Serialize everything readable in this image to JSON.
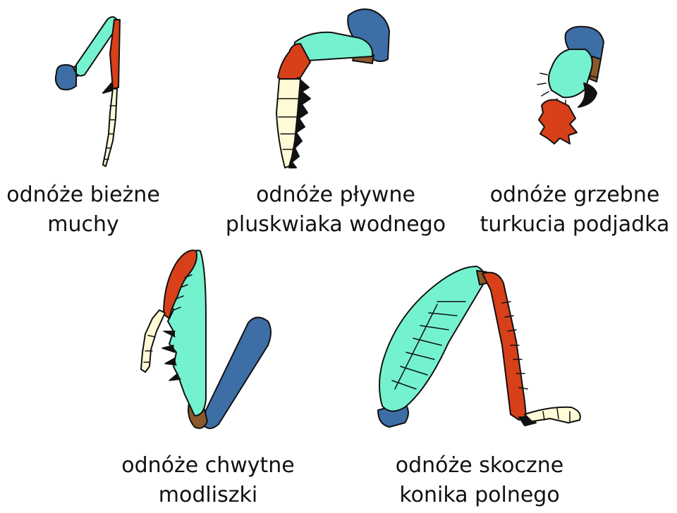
{
  "colors": {
    "coxa": "#3d6ea6",
    "femur": "#74f2cf",
    "tibia": "#d8401a",
    "tarsus": "#fffbd6",
    "joint": "#8a5a2b",
    "outline": "#111111"
  },
  "legs": [
    {
      "id": "running",
      "line1": "odnóże bieżne",
      "line2": "muchy"
    },
    {
      "id": "swimming",
      "line1": "odnóże pływne",
      "line2": "pluskwiaka wodnego"
    },
    {
      "id": "digging",
      "line1": "odnóże grzebne",
      "line2": "turkucia podjadka"
    },
    {
      "id": "grasping",
      "line1": "odnóże chwytne",
      "line2": "modliszki"
    },
    {
      "id": "jumping",
      "line1": "odnóże skoczne",
      "line2": "konika polnego"
    }
  ]
}
